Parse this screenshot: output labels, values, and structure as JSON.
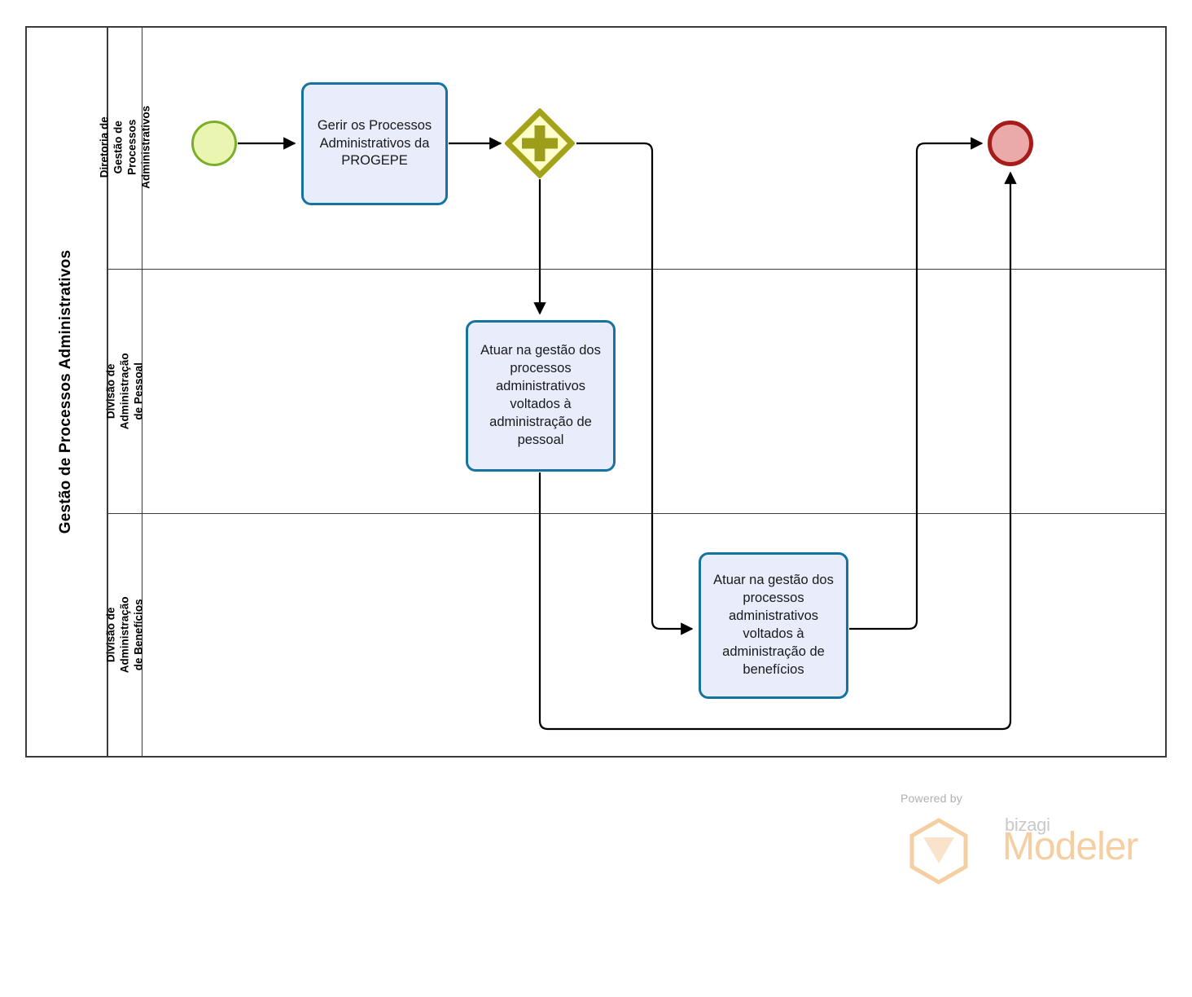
{
  "diagram": {
    "type": "bpmn-pool-lanes",
    "pool": {
      "label": "Gestão de Processos Administrativos"
    },
    "lanes": [
      {
        "id": "lane-0",
        "label": "Diretoria de Gestão de Processos Administrativos"
      },
      {
        "id": "lane-1",
        "label": "Divisão de Administração de Pessoal"
      },
      {
        "id": "lane-2",
        "label": "Divisão de Administração de Benefícios"
      }
    ],
    "nodes": [
      {
        "id": "start-event",
        "kind": "start-event",
        "lane": "lane-0",
        "label": "",
        "colors": {
          "fill": "#e9f5b0",
          "stroke": "#7aae2a"
        }
      },
      {
        "id": "task-1",
        "kind": "task",
        "lane": "lane-0",
        "label": "Gerir os Processos Administrativos da PROGEPE",
        "colors": {
          "fill": "#e8ecfb",
          "stroke": "#16739e"
        }
      },
      {
        "id": "gateway-1",
        "kind": "parallel-gateway",
        "lane": "lane-0",
        "label": "",
        "marker": "plus",
        "colors": {
          "fill": "#ffffcc",
          "stroke": "#a3a31a"
        }
      },
      {
        "id": "task-2",
        "kind": "task",
        "lane": "lane-1",
        "label": "Atuar na gestão dos processos administrativos voltados à administração de pessoal",
        "colors": {
          "fill": "#e8ecfb",
          "stroke": "#16739e"
        }
      },
      {
        "id": "task-3",
        "kind": "task",
        "lane": "lane-2",
        "label": "Atuar na gestão dos processos administrativos voltados à administração de benefícios",
        "colors": {
          "fill": "#e8ecfb",
          "stroke": "#16739e"
        }
      },
      {
        "id": "end-event",
        "kind": "end-event",
        "lane": "lane-0",
        "label": "",
        "colors": {
          "fill": "#ebaaaa",
          "stroke": "#a71b1b"
        }
      }
    ],
    "flows": [
      {
        "id": "flow-start-task1",
        "from": "start-event",
        "to": "task-1",
        "label": ""
      },
      {
        "id": "flow-task1-gateway",
        "from": "task-1",
        "to": "gateway-1",
        "label": ""
      },
      {
        "id": "flow-gateway-task2",
        "from": "gateway-1",
        "to": "task-2",
        "label": ""
      },
      {
        "id": "flow-gateway-task3",
        "from": "gateway-1",
        "to": "task-3",
        "label": ""
      },
      {
        "id": "flow-task2-end",
        "from": "task-2",
        "to": "end-event",
        "label": ""
      },
      {
        "id": "flow-task3-end",
        "from": "task-3",
        "to": "end-event",
        "label": ""
      }
    ]
  },
  "watermark": {
    "powered_by": "Powered by",
    "brand": "bizagi",
    "product": "Modeler",
    "colors": {
      "text": "#b0b0b0",
      "brand": "#c9c9c9",
      "product": "#f5cfa2"
    }
  }
}
